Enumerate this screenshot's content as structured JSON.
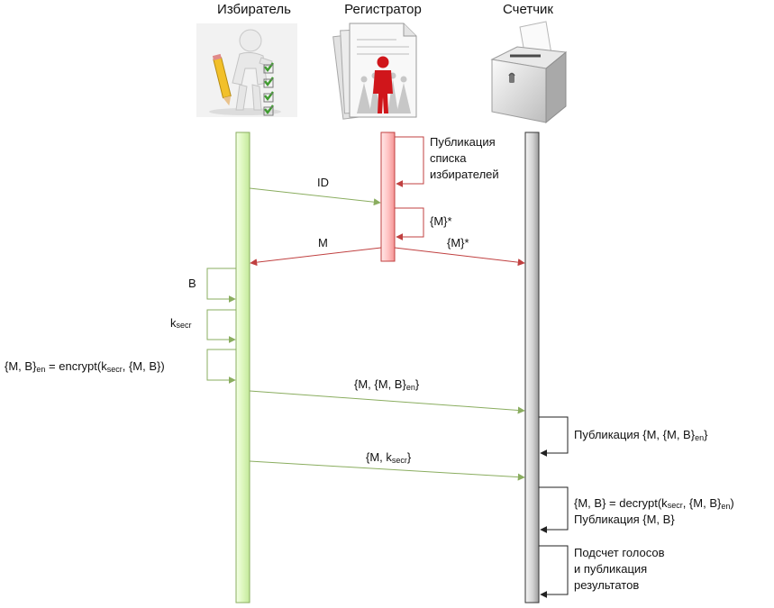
{
  "actors": {
    "voter": "Избиратель",
    "registrar": "Регистратор",
    "counter": "Счетчик"
  },
  "colors": {
    "voter_line": "#8aad5f",
    "registrar_line": "#c04040",
    "counter_line": "#222222"
  },
  "registrar_self_1": [
    "Публикация",
    "списка",
    "избирателей"
  ],
  "registrar_self_2": "{M}*",
  "msg_id": "ID",
  "msg_m": "M",
  "msg_m_star": "{M}*",
  "voter_self_b": "B",
  "voter_self_k": {
    "main": "k",
    "sub": "secr"
  },
  "voter_self_encrypt": {
    "p1": "{M, B}",
    "s1": "en",
    "p2": " = encrypt(k",
    "s2": "secr",
    "p3": ", {M, B})"
  },
  "msg_send_encrypted": {
    "p1": "{M, {M, B}",
    "s1": "en",
    "p2": "}"
  },
  "msg_send_key": {
    "p1": "{M, k",
    "s1": "secr",
    "p2": "}"
  },
  "counter_self_publish": {
    "p1": "Публикация {M, {M, B}",
    "s1": "en",
    "p2": "}"
  },
  "counter_self_decrypt": {
    "p1": "{M, B} = decrypt(k",
    "s1": "secr",
    "p2": ", {M, B}",
    "s2": "en",
    "p3": ")",
    "line2": "Публикация {M, B}"
  },
  "counter_self_count": [
    "Подсчет голосов",
    "и публикация",
    "результатов"
  ]
}
